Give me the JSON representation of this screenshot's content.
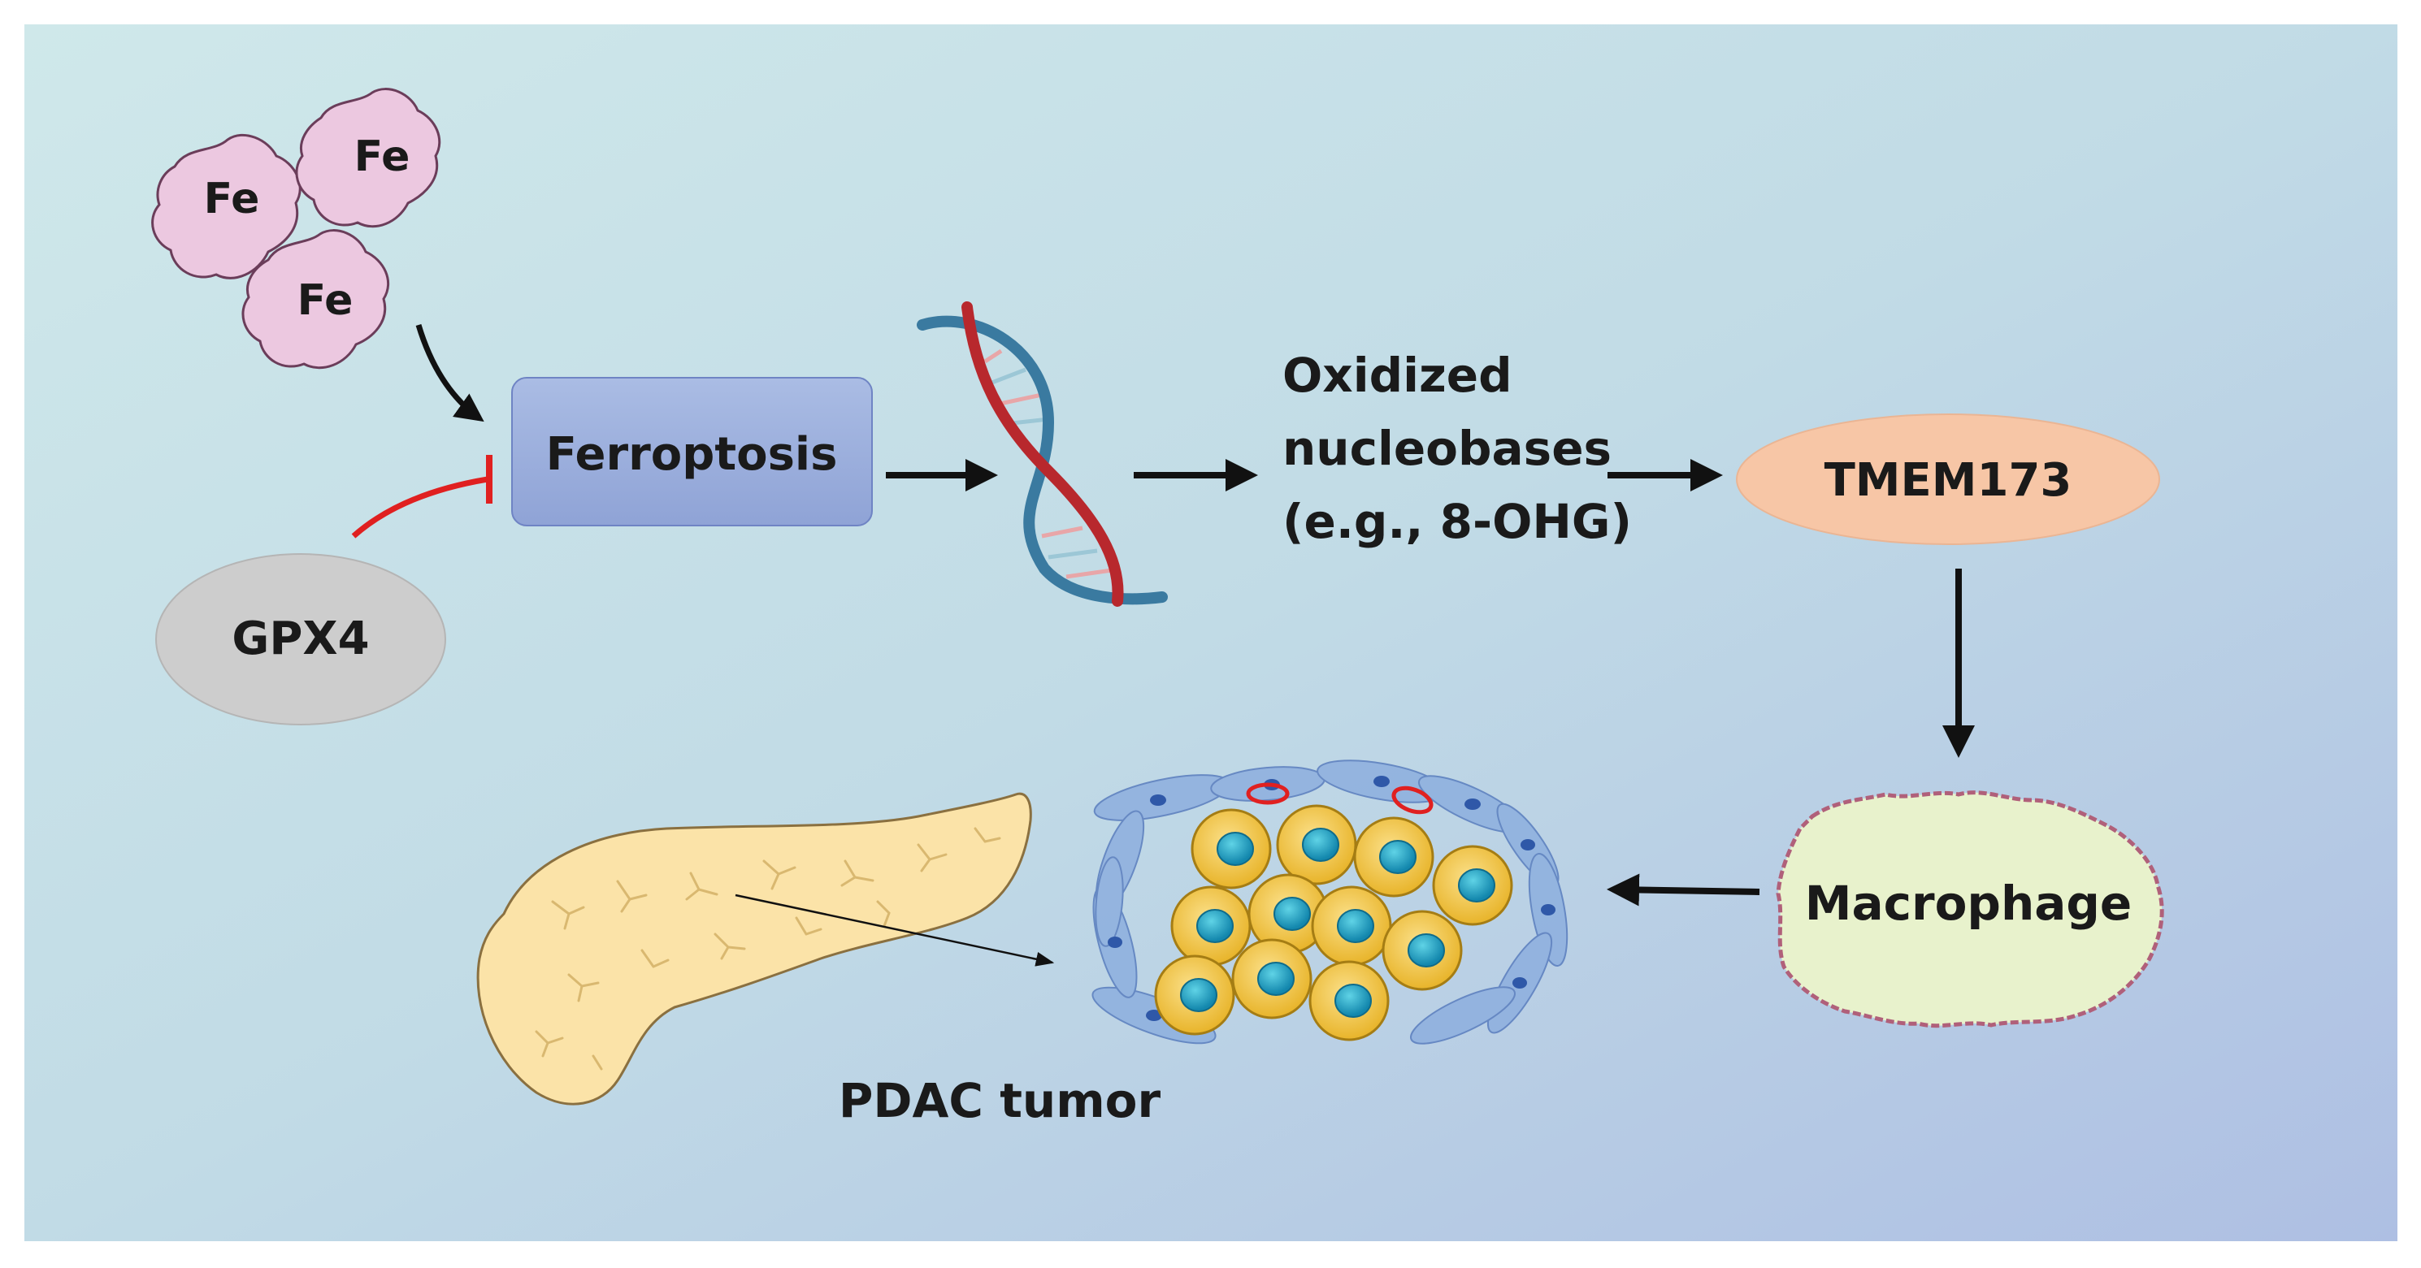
{
  "iron": {
    "labels": [
      "Fe",
      "Fe",
      "Fe"
    ]
  },
  "nodes": {
    "ferroptosis": "Ferroptosis",
    "gpx4": "GPX4",
    "oxidized": [
      "Oxidized",
      "nucleobases",
      "(e.g., 8-OHG)"
    ],
    "tmem173": "TMEM173",
    "macrophage": "Macrophage",
    "tumor": "PDAC tumor"
  },
  "colors": {
    "background_top_left": "#cfe8ea",
    "background_bottom_right": "#aec0e4",
    "ferroptosis_box": "#9fb1dc",
    "gpx4_ellipse": "#cdcdcd",
    "tmem173_ellipse": "#f7c6a6",
    "macrophage_fill": "#e8f2cc",
    "macrophage_border": "#b0607a",
    "iron_fill": "#ecc8e0",
    "inhibition": "#e02020",
    "arrow": "#111111",
    "dna_red": "#b8282d",
    "dna_blue": "#3a7aa0",
    "pancreas_fill": "#fbe3a8",
    "tumor_cell": "#f1c43c",
    "tumor_nucleus": "#1aa2c0",
    "stroma": "#8fb0de"
  }
}
